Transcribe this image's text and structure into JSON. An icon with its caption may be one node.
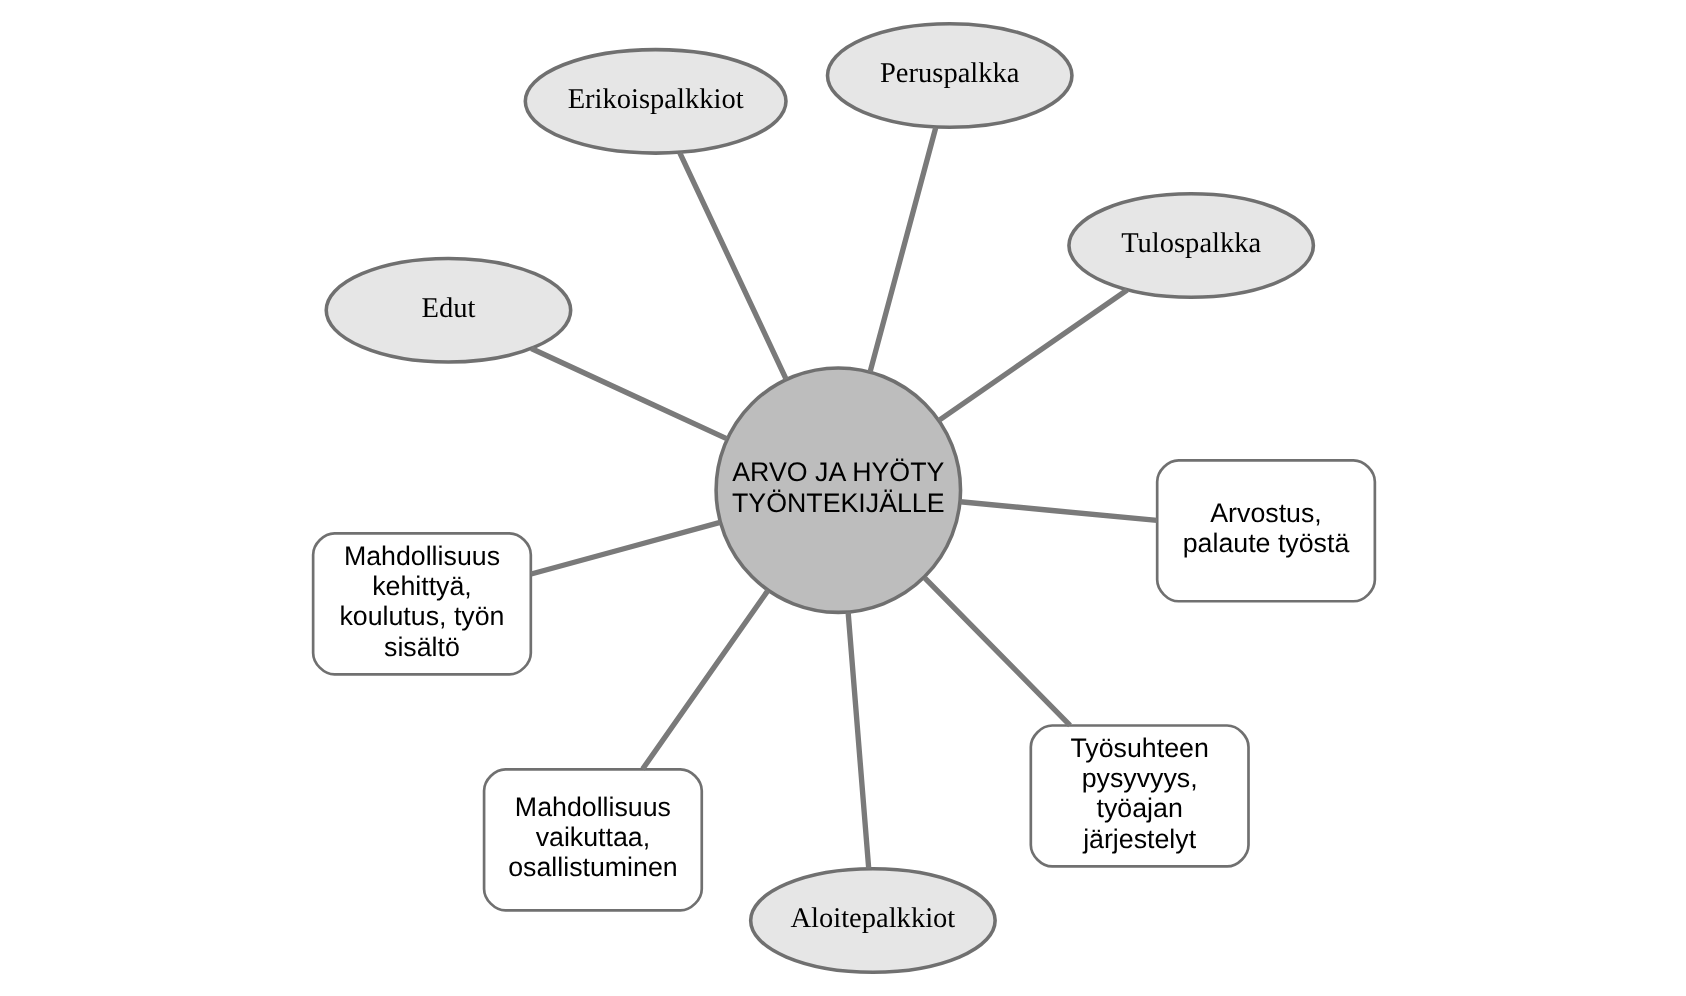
{
  "diagram": {
    "nodes": [
      {
        "text": [
          "Edut"
        ]
      },
      {
        "text": [
          "Tulospalkka"
        ]
      },
      {
        "text": [
          "Aloitepalkkiot"
        ]
      },
      {
        "text": [
          "ARVO JA HYÖTY TYÖNTEKIJÄLLE"
        ]
      },
      {
        "text": [
          "Peruspalkka"
        ]
      },
      {
        "text": [
          "Erikoispalkkiot"
        ]
      },
      {
        "text": [
          "Mahdollisuus kehittyä, koulutus, työn sisältö"
        ]
      },
      {
        "text": [
          "Arvostus, palaute työstä"
        ]
      },
      {
        "text": [
          "Mahdollisuus vaikuttaa, osallistuminen"
        ]
      },
      {
        "text": [
          "Työsuhteen pysyvyys, työajan järjestelyt"
        ]
      }
    ],
    "edges": [
      {
        "from": 3,
        "to": 0,
        "arrow": "none"
      },
      {
        "from": 3,
        "to": 1,
        "arrow": "none"
      },
      {
        "from": 3,
        "to": 2,
        "arrow": "none"
      },
      {
        "from": 3,
        "to": 4,
        "arrow": "none"
      },
      {
        "from": 3,
        "to": 5,
        "arrow": "none"
      },
      {
        "from": 3,
        "to": 6,
        "arrow": "none"
      },
      {
        "from": 3,
        "to": 7,
        "arrow": "none"
      },
      {
        "from": 3,
        "to": 8,
        "arrow": "none"
      },
      {
        "from": 3,
        "to": 9,
        "arrow": "none"
      }
    ]
  }
}
